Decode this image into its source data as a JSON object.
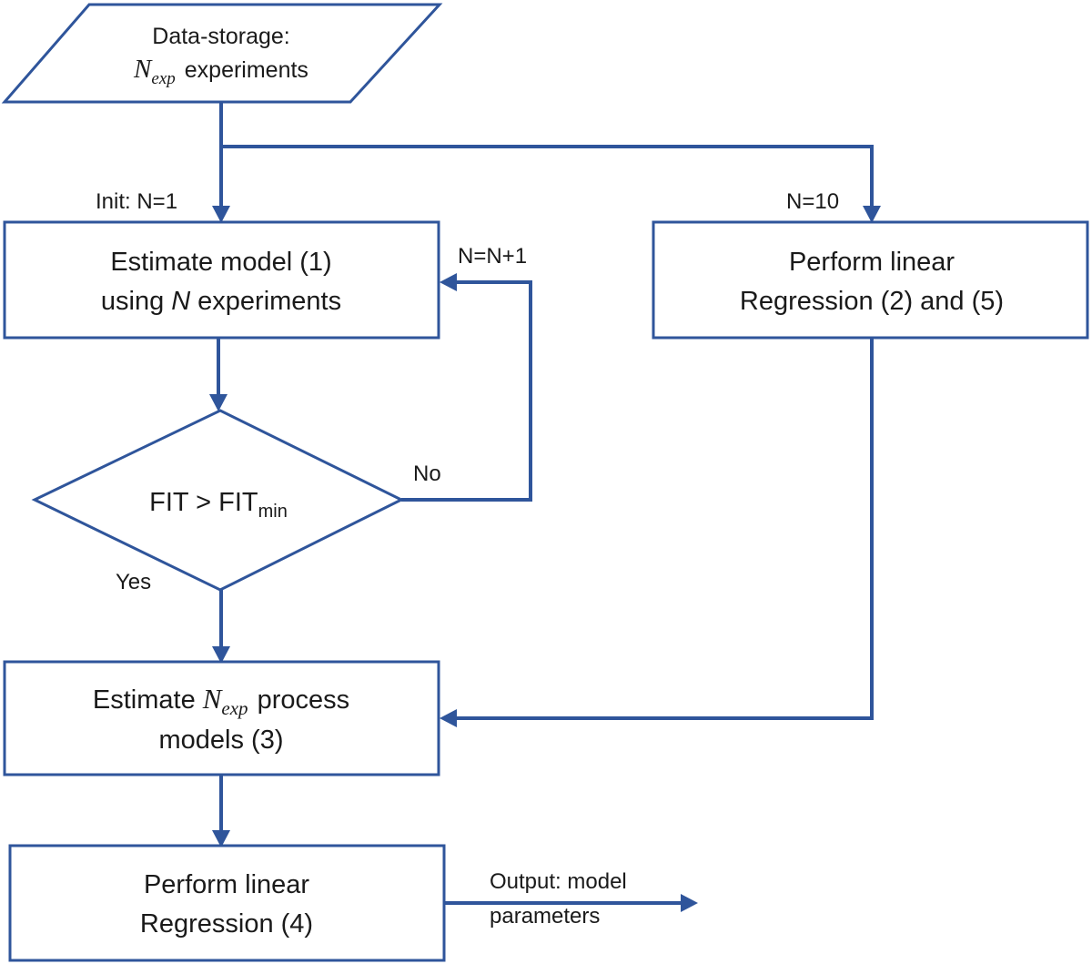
{
  "nodes": {
    "storage": {
      "line1": "Data-storage:",
      "var_main": "N",
      "var_sub": "exp",
      "line2_rest": "experiments"
    },
    "estimate_model": {
      "line1": "Estimate model (1)",
      "line2_pre": "using",
      "var": "N",
      "line2_post": "experiments"
    },
    "linear_regression_25": {
      "line1": "Perform linear",
      "line2": "Regression (2) and (5)"
    },
    "fit_decision": {
      "main": "FIT > FIT",
      "sub": "min"
    },
    "estimate_process": {
      "line1_pre": "Estimate",
      "var_main": "N",
      "var_sub": "exp",
      "line1_post": "process",
      "line2": "models (3)"
    },
    "linear_regression_4": {
      "line1": "Perform linear",
      "line2": "Regression (4)"
    }
  },
  "edges": {
    "init_label": "Init: N=1",
    "n10_label": "N=10",
    "increment_label": "N=N+1",
    "no_label": "No",
    "yes_label": "Yes",
    "output_line1": "Output: model",
    "output_line2": "parameters"
  }
}
